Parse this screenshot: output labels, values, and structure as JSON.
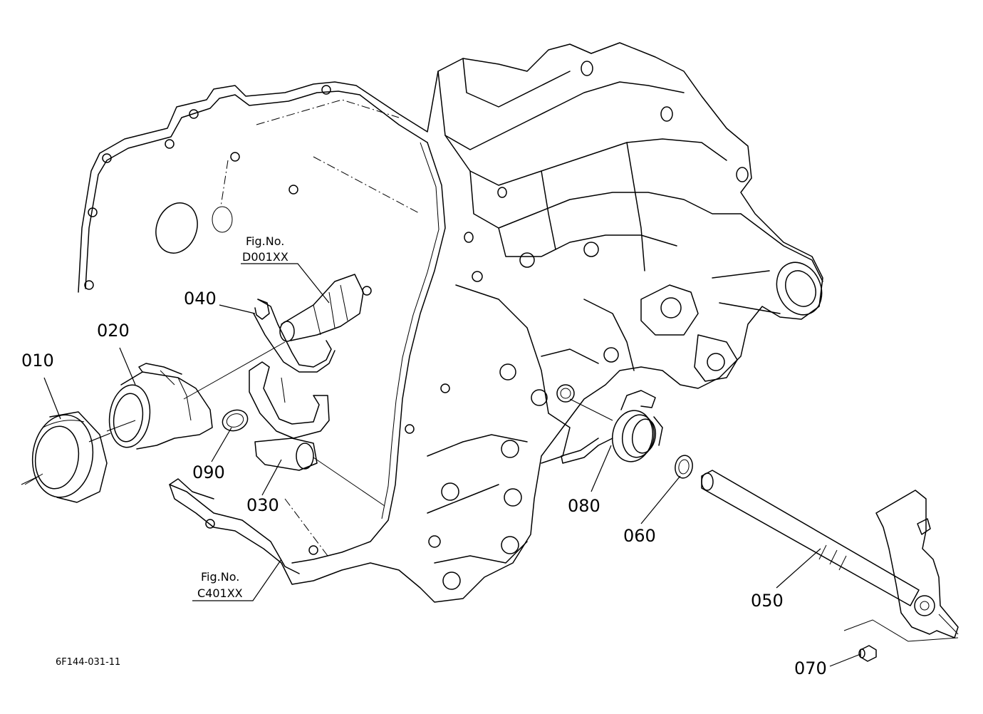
{
  "labels": {
    "p010": "010",
    "p020": "020",
    "p030": "030",
    "p040": "040",
    "p050": "050",
    "p060": "060",
    "p070": "070",
    "p080": "080",
    "p090": "090"
  },
  "fig_refs": {
    "ref1_title": "Fig.No.",
    "ref1_code": "D001XX",
    "ref2_title": "Fig.No.",
    "ref2_code": "C401XX"
  },
  "drawing_code": "6F144-031-11"
}
